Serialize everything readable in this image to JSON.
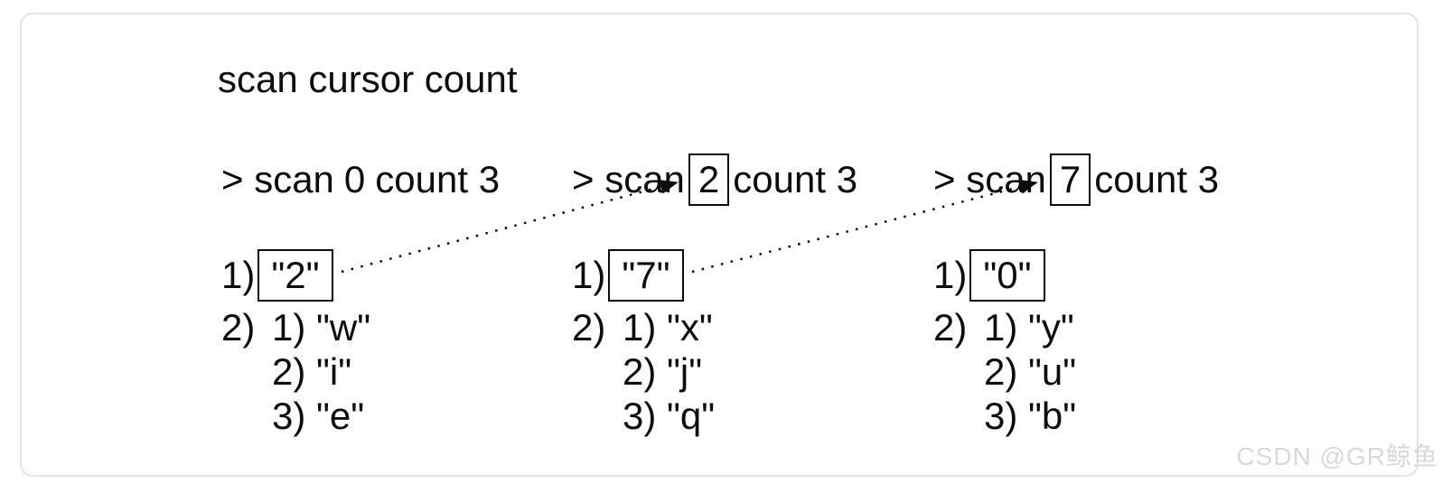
{
  "title": "scan cursor count",
  "watermark": "CSDN @GR鲸鱼",
  "panels": [
    {
      "command": {
        "prefix": "> scan",
        "cursor": "0",
        "suffix": "count 3",
        "cursor_boxed": false
      },
      "reply": {
        "index": "1)",
        "next_cursor": "\"2\"",
        "rows": [
          {
            "outer": "2)",
            "item": "1) \"w\""
          },
          {
            "outer": "",
            "item": "2) \"i\""
          },
          {
            "outer": "",
            "item": "3) \"e\""
          }
        ]
      }
    },
    {
      "command": {
        "prefix": "> scan",
        "cursor": "2",
        "suffix": "count 3",
        "cursor_boxed": true
      },
      "reply": {
        "index": "1)",
        "next_cursor": "\"7\"",
        "rows": [
          {
            "outer": "2)",
            "item": "1) \"x\""
          },
          {
            "outer": "",
            "item": "2) \"j\""
          },
          {
            "outer": "",
            "item": "3) \"q\""
          }
        ]
      }
    },
    {
      "command": {
        "prefix": "> scan",
        "cursor": "7",
        "suffix": "count 3",
        "cursor_boxed": true
      },
      "reply": {
        "index": "1)",
        "next_cursor": "\"0\"",
        "rows": [
          {
            "outer": "2)",
            "item": "1) \"y\""
          },
          {
            "outer": "",
            "item": "2) \"u\""
          },
          {
            "outer": "",
            "item": "3) \"b\""
          }
        ]
      }
    }
  ],
  "arrows": [
    {
      "from": "reply-1-next-cursor",
      "to": "command-2-cursor",
      "value": "2",
      "style": "dotted"
    },
    {
      "from": "reply-2-next-cursor",
      "to": "command-3-cursor",
      "value": "7",
      "style": "dotted"
    }
  ],
  "colors": {
    "text": "#0d0d0d",
    "card_border": "#e2e3e8",
    "watermark": "#d9d9d9",
    "background": "#ffffff"
  }
}
